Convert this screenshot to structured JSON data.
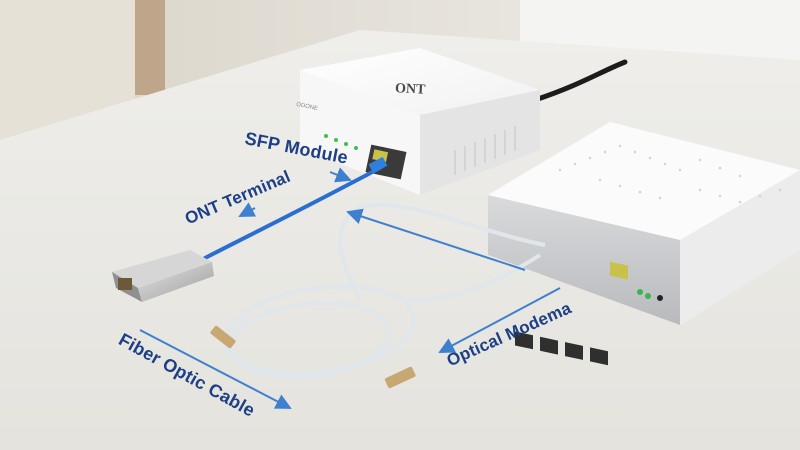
{
  "labels": {
    "sfp_module": "SFP Module",
    "ont_terminal": "ONT Terminal",
    "fiber_optic_cable": "Fiber Optic Cable",
    "optical_modema": "Optical Modema"
  },
  "devices": {
    "ont_logo": "ONT",
    "ont_sublabel": "ODONE",
    "router_brand": ""
  },
  "colors": {
    "label_text": "#1d3f86",
    "arrow": "#3f7fcf",
    "patch_cable": "#2a6fd0",
    "fiber_cable": "#dfe6ec",
    "desk": "#ecebe6",
    "router_port_accent": "#c9c24a"
  }
}
